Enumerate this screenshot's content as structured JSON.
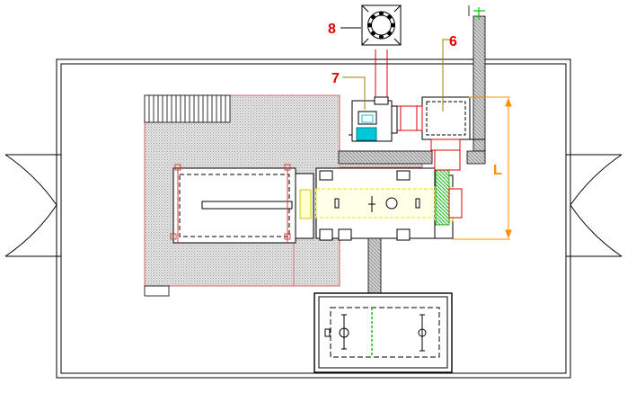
{
  "labels": {
    "callout_8": "8",
    "callout_7": "7",
    "callout_6": "6",
    "dimension_L": "L"
  },
  "colors": {
    "outline": "#000000",
    "red": "#e00000",
    "orange": "#ff8c00",
    "yellow": "#e8e800",
    "green": "#00c000",
    "cyan": "#00c8d8",
    "hatch": "#c8c8c8"
  }
}
